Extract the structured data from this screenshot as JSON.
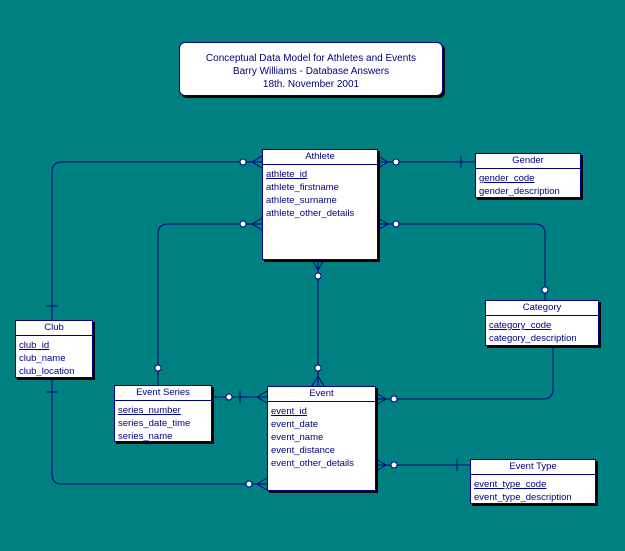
{
  "title": {
    "line1": "Conceptual Data Model for Athletes and Events",
    "line2": "Barry Williams - Database Answers",
    "line3": "18th. November 2001"
  },
  "colors": {
    "background": "#008080",
    "line": "#000080",
    "box_fill": "#ffffff",
    "shadow": "#000000"
  },
  "entities": {
    "athlete": {
      "name": "Athlete",
      "attributes": [
        "athlete_id",
        "athlete_firstname",
        "athlete_surname",
        "athlete_other_details"
      ],
      "pk_count": 1
    },
    "gender": {
      "name": "Gender",
      "attributes": [
        "gender_code",
        "gender_description"
      ],
      "pk_count": 1
    },
    "category": {
      "name": "Category",
      "attributes": [
        "category_code",
        "category_description"
      ],
      "pk_count": 1
    },
    "club": {
      "name": "Club",
      "attributes": [
        "club_id",
        "club_name",
        "club_location"
      ],
      "pk_count": 1
    },
    "event_series": {
      "name": "Event Series",
      "attributes": [
        "series_number",
        "series_date_time",
        "series_name"
      ],
      "pk_count": 1
    },
    "event": {
      "name": "Event",
      "attributes": [
        "event_id",
        "event_date",
        "event_name",
        "event_distance",
        "event_other_details"
      ],
      "pk_count": 1
    },
    "event_type": {
      "name": "Event Type",
      "attributes": [
        "event_type_code",
        "event_type_description"
      ],
      "pk_count": 1
    }
  },
  "relationships": [
    {
      "from": "Club",
      "to": "Athlete",
      "from_end": "one",
      "to_end": "many-optional"
    },
    {
      "from": "Gender",
      "to": "Athlete",
      "from_end": "one",
      "to_end": "many-optional"
    },
    {
      "from": "Category",
      "to": "Athlete",
      "from_end": "optional",
      "to_end": "many-optional"
    },
    {
      "from": "Event Series",
      "to": "Athlete",
      "from_end": "optional",
      "to_end": "many-optional"
    },
    {
      "from": "Athlete",
      "to": "Event",
      "from_end": "many-optional",
      "to_end": "many-optional"
    },
    {
      "from": "Event Series",
      "to": "Event",
      "from_end": "one",
      "to_end": "many-optional"
    },
    {
      "from": "Category",
      "to": "Event",
      "from_end": "optional",
      "to_end": "many-optional"
    },
    {
      "from": "Club",
      "to": "Event",
      "from_end": "one",
      "to_end": "many-optional"
    },
    {
      "from": "Event Type",
      "to": "Event",
      "from_end": "one",
      "to_end": "many-optional"
    }
  ]
}
